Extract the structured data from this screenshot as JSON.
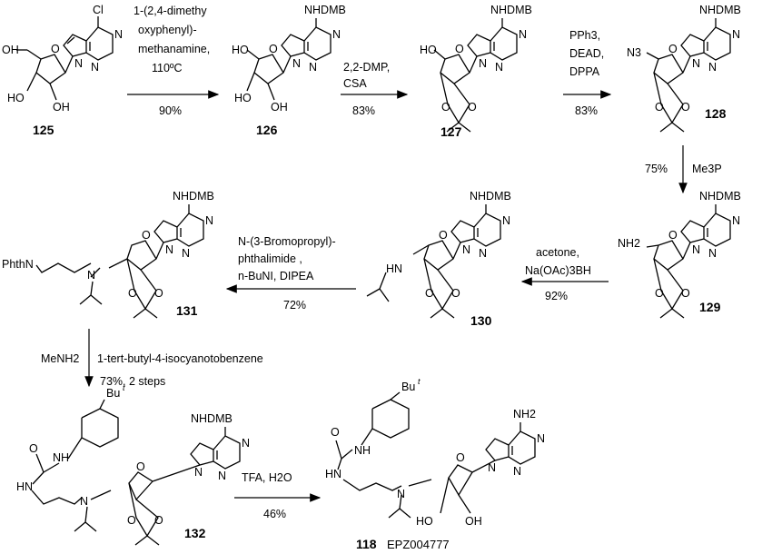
{
  "scheme": {
    "steps": [
      {
        "id": "step1",
        "conditions": [
          "1-(2,4-dimethy",
          "oxyphenyl)-",
          "methanamine,",
          "110ºC"
        ],
        "yield": "90%"
      },
      {
        "id": "step2",
        "conditions": [
          "2,2-DMP,",
          "CSA"
        ],
        "yield": "83%"
      },
      {
        "id": "step3",
        "conditions": [
          "PPh3,",
          "DEAD,",
          "DPPA"
        ],
        "yield": "83%"
      },
      {
        "id": "step4",
        "conditions": [
          "Me3P"
        ],
        "yield": "75%"
      },
      {
        "id": "step5",
        "conditions": [
          "acetone,",
          "Na(OAc)3BH"
        ],
        "yield": "92%"
      },
      {
        "id": "step6",
        "conditions": [
          "N-(3-Bromopropyl)-",
          "phthalimide ,",
          "n-BuNI, DIPEA"
        ],
        "yield": "72%"
      },
      {
        "id": "step7",
        "reagent": "MeNH2",
        "conditions": [
          "1-tert-butyl-4-isocyanotobenzene"
        ],
        "yield": "73%, 2 steps"
      },
      {
        "id": "step8",
        "conditions": [
          "TFA, H2O"
        ],
        "yield": "46%"
      }
    ],
    "compounds": [
      {
        "number": "125"
      },
      {
        "number": "126"
      },
      {
        "number": "127"
      },
      {
        "number": "128"
      },
      {
        "number": "129"
      },
      {
        "number": "130"
      },
      {
        "number": "131"
      },
      {
        "number": "132"
      },
      {
        "number": "118",
        "name": "EPZ004777"
      }
    ],
    "atom_labels": {
      "cl": "Cl",
      "nhdmb": "NHDMB",
      "nh2": "NH2",
      "n": "N",
      "o": "O",
      "oh": "OH",
      "ho": "HO",
      "n3": "N3",
      "phthn": "PhthN",
      "hn": "HN",
      "nh": "NH",
      "but": "Bu",
      "but_sup": "t"
    }
  }
}
